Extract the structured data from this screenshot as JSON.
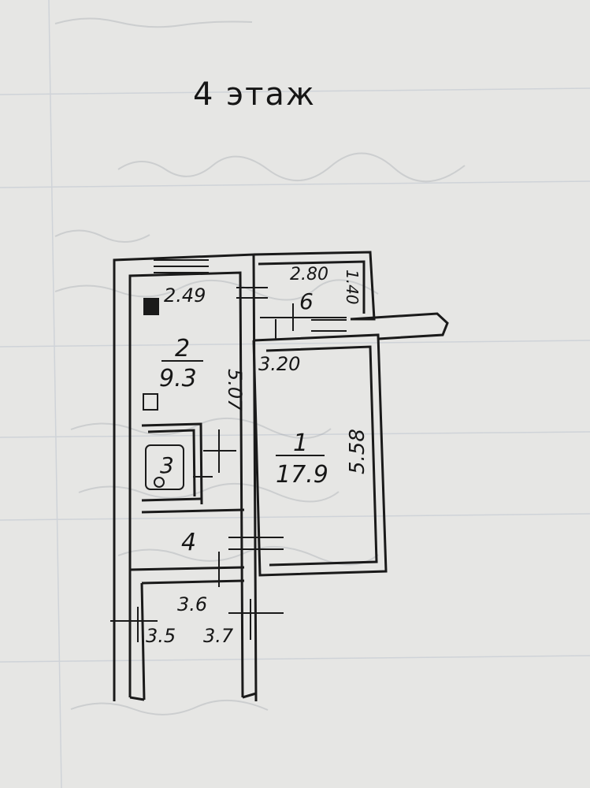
{
  "floor_title": "4 этаж",
  "rooms": [
    {
      "id": "1",
      "area": "17.9"
    },
    {
      "id": "2",
      "area": "9.3"
    },
    {
      "id": "3"
    },
    {
      "id": "4"
    },
    {
      "id": "6"
    }
  ],
  "dimensions": [
    "2.49",
    "2.80",
    "1.40",
    "3.20",
    "5.07",
    "5.58",
    "3.6",
    "3.5",
    "3.7"
  ],
  "colors": {
    "paper": "#e6e6e4",
    "ink": "#1a1a1a"
  }
}
